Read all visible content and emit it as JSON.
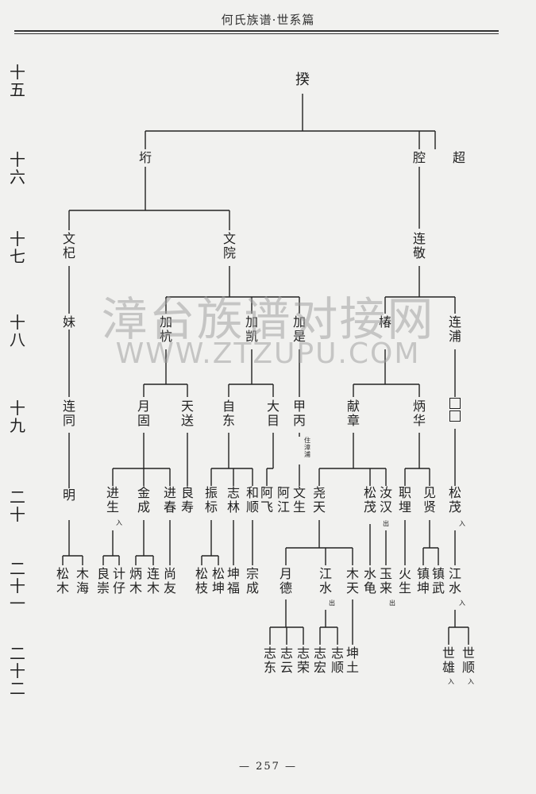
{
  "header": {
    "title": "何氏族谱·世系篇"
  },
  "page_number": "— 257 —",
  "watermark": {
    "main": "漳台族谱对接网",
    "url": "WWW.ZTZUPU.COM"
  },
  "generations": [
    "十五",
    "十六",
    "十七",
    "十八",
    "十九",
    "二十",
    "二十一",
    "二十二"
  ],
  "nodes": {
    "g15": {
      "kui": "揆"
    },
    "g16": {
      "kou": "垳",
      "qiang": "腔",
      "chao": "超"
    },
    "g17": {
      "wenqi": "文杞",
      "wenyuan": "文院",
      "lianjing": "连敬"
    },
    "g18": {
      "mei": "妹",
      "jiahang": "加杭",
      "jiakai": "加凯",
      "jiashi": "加是",
      "chun": "椿",
      "lianpu": "连浦"
    },
    "g19": {
      "liantong": "连同",
      "yuegu": "月固",
      "tiansong": "天送",
      "zidong": "自东",
      "damu": "大目",
      "jiabing": "甲丙",
      "xianzhang": "献章",
      "binghua": "炳华"
    },
    "g20": {
      "ming": "明",
      "jinsheng": "进生",
      "jincheng": "金成",
      "jinchun": "进春",
      "liangshou": "良寿",
      "zhenbiao": "振标",
      "zhilin": "志林",
      "heshun": "和顺",
      "afei": "阿飞",
      "ajiang": "阿江",
      "wensheng": "文生",
      "yaotian": "尧天",
      "songmao": "松茂",
      "ruhan": "汝汉",
      "zhimai": "职埋",
      "jianxian": "见贤",
      "songmao2": "松茂"
    },
    "g21": {
      "songmu": "松木",
      "muhai": "木海",
      "liangchong": "良崇",
      "jizai": "计仔",
      "bingmu": "炳木",
      "lianmu": "连木",
      "shangyou": "尚友",
      "songzhi": "松枝",
      "songkun": "松坤",
      "kunfu": "坤福",
      "zongcheng": "宗成",
      "yuede": "月德",
      "jiangshui": "江水",
      "mutian": "木天",
      "shuigui": "水龟",
      "yulai": "玉来",
      "huosheng": "火生",
      "zhenkun": "镇坤",
      "zhenwu": "镇武",
      "jiangshui2": "江水"
    },
    "g22": {
      "zhidong": "志东",
      "zhiyun": "志云",
      "zhirong": "志荣",
      "zhihong": "志宏",
      "zhishun": "志顺",
      "kuntu": "坤土",
      "shixiong": "世雄",
      "shishun": "世顺"
    }
  },
  "notes": {
    "zhu_zhangpu": "住漳浦",
    "ru": "入",
    "chu": "出"
  }
}
